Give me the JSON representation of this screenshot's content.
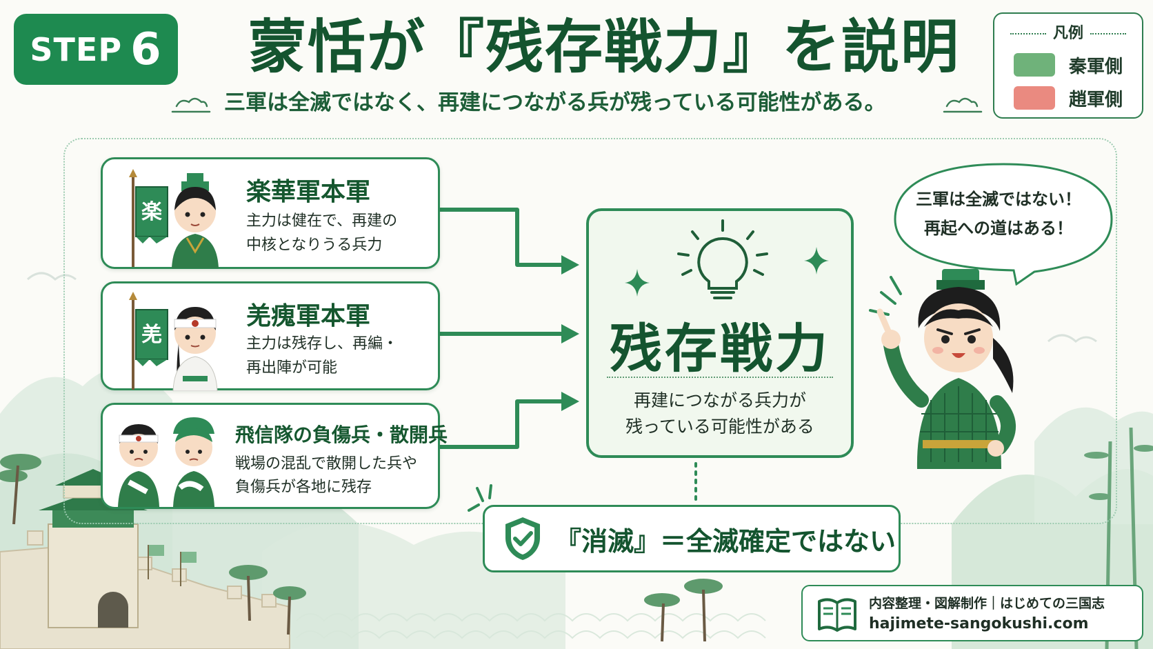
{
  "colors": {
    "primary_green": "#1e8a50",
    "dark_green": "#14542f",
    "qin_side": "#6fb27a",
    "zhao_side": "#ea8a80"
  },
  "header": {
    "step_label": "STEP",
    "step_number": "6",
    "title": "蒙恬が『残存戦力』を説明",
    "subtitle": "三軍は全滅ではなく、再建につながる兵が残っている可能性がある。"
  },
  "legend": {
    "title": "凡例",
    "items": [
      {
        "label": "秦軍側",
        "color": "#6fb27a"
      },
      {
        "label": "趙軍側",
        "color": "#ea8a80"
      }
    ]
  },
  "cards": [
    {
      "title": "楽華軍本軍",
      "banner_char": "楽",
      "desc_line1": "主力は健在で、再建の",
      "desc_line2": "中核となりうる兵力"
    },
    {
      "title": "羌瘣軍本軍",
      "banner_char": "羌",
      "desc_line1": "主力は残存し、再編・",
      "desc_line2": "再出陣が可能"
    },
    {
      "title": "飛信隊の負傷兵・散開兵",
      "desc_line1": "戦場の混乱で散開した兵や",
      "desc_line2": "負傷兵が各地に残存"
    }
  ],
  "center": {
    "title": "残存戦力",
    "desc_line1": "再建につながる兵力が",
    "desc_line2": "残っている可能性がある"
  },
  "bubble": {
    "line1": "三軍は全滅ではない！",
    "line2": "再起への道はある！"
  },
  "conclusion": {
    "text": "『消滅』＝全滅確定ではない"
  },
  "credit": {
    "line1": "内容整理・図解制作｜はじめての三国志",
    "line2": "hajimete-sangokushi.com"
  }
}
